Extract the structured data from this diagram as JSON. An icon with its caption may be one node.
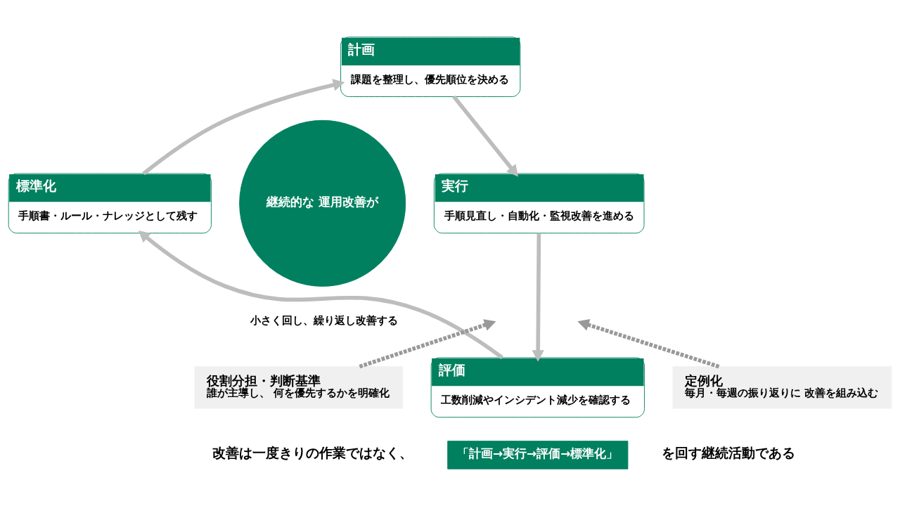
{
  "diagram": {
    "nodes": [
      {
        "text": [
          "計画",
          "課題を整理し、優先順位を決める"
        ]
      },
      {
        "text": [
          "実行",
          "手順見直し・自動化・監視改善を進める"
        ]
      },
      {
        "text": [
          "評価",
          "工数削減やインシデント減少を確認する"
        ]
      },
      {
        "text": [
          "標準化",
          "手順書・ルール・ナレッジとして残す"
        ]
      },
      {
        "text": [
          "継続的な 運用改善が"
        ],
        "beside": [
          "小さく回し、繰り返し改善する"
        ]
      },
      {
        "text": [
          "役割分担・判断基準",
          "誰が主導し、 何を優先するかを明確化"
        ]
      },
      {
        "text": [
          "定例化",
          "毎月・毎週の振り返りに 改善を組み込む"
        ]
      },
      {
        "text": [
          "「計画→実行→評価→標準化」"
        ]
      }
    ],
    "edges": [
      {
        "from": 0,
        "to": 1,
        "arrow": "to"
      },
      {
        "from": 1,
        "to": 2,
        "arrow": "to"
      },
      {
        "from": 2,
        "to": 3,
        "arrow": "to"
      },
      {
        "from": 3,
        "to": 0,
        "arrow": "to"
      },
      {
        "from": 5,
        "to": null,
        "arrow": "to",
        "style": "dashed",
        "color": "#999999"
      },
      {
        "from": 6,
        "to": null,
        "arrow": "to",
        "style": "dashed",
        "color": "#999999"
      }
    ],
    "labels": [
      "改善は一度きりの作業ではなく、",
      "を回す継続活動である"
    ]
  }
}
